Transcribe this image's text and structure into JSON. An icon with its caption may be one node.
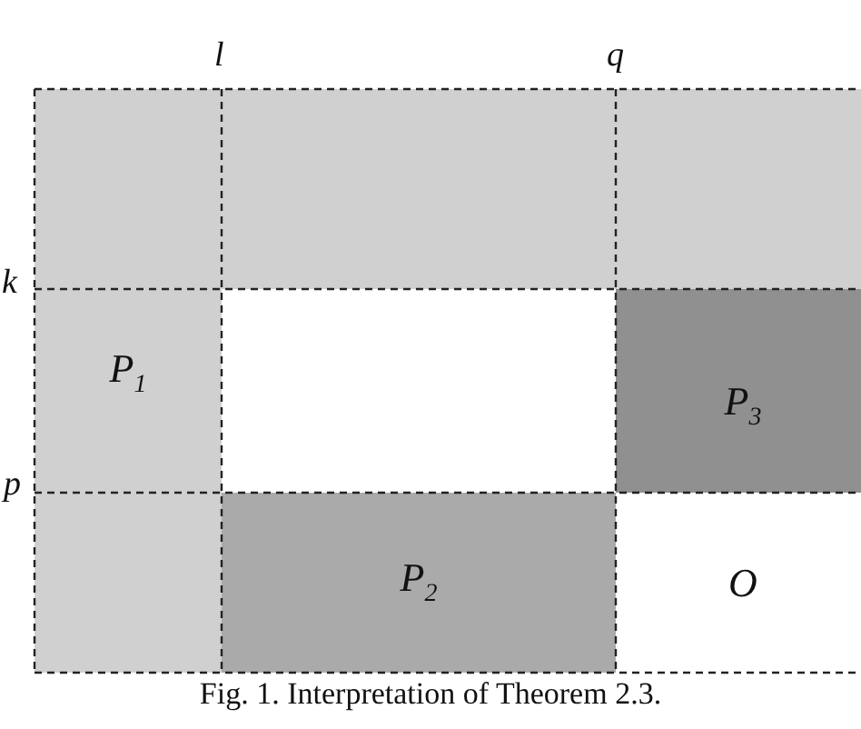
{
  "diagram": {
    "caption": "Fig. 1. Interpretation of Theorem 2.3.",
    "nodes": [
      {
        "text": [
          "P$_{1}$"
        ]
      },
      {
        "text": [],
        "shape": "box"
      },
      {
        "text": [
          "P$_{3}$"
        ]
      },
      {
        "text": [
          "P$_{2}$"
        ]
      },
      {
        "text": [
          "O"
        ]
      }
    ],
    "labels": [
      "l",
      "q",
      "k",
      "p"
    ]
  }
}
